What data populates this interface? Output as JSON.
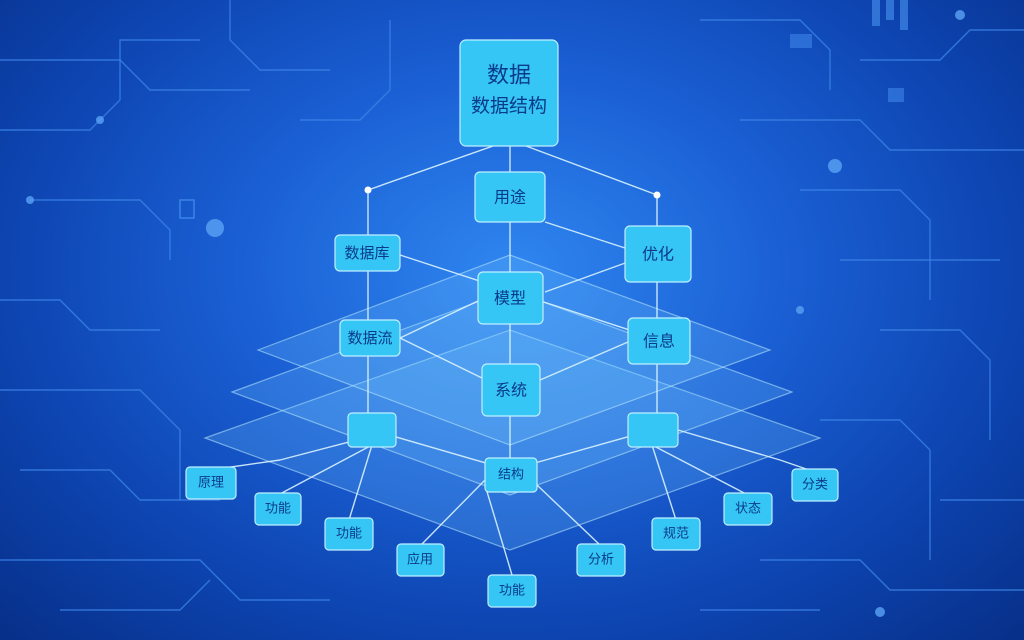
{
  "diagram": {
    "root": {
      "line1": "数据",
      "line2": "数据结构"
    },
    "mid_top": "用途",
    "left_upper": "数据库",
    "right_upper": "优化",
    "center_upper": "模型",
    "left_mid": "数据流",
    "right_mid": "信息",
    "center_lower": "系统",
    "hub": "结构",
    "leaves": [
      "原理",
      "功能",
      "功能",
      "应用",
      "功能",
      "分析",
      "规范",
      "状态",
      "分类"
    ]
  },
  "colors": {
    "background": "#1a5fd4",
    "node": "#35c6f5",
    "node_text": "#0b3a8a",
    "lines": "#d9f3ff"
  }
}
